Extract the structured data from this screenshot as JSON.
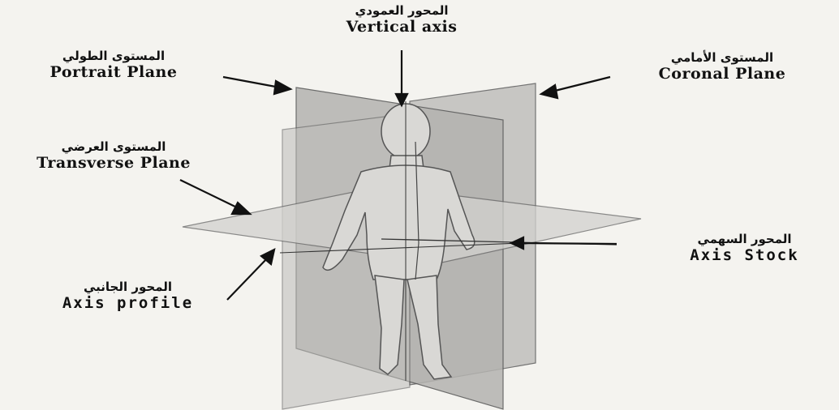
{
  "labels": {
    "vertical_axis": {
      "ar": "المحور العمودي",
      "en": "Vertical axis"
    },
    "portrait_plane": {
      "ar": "المستوى الطولي",
      "en": "Portrait Plane"
    },
    "coronal_plane": {
      "ar": "المستوى الأمامي",
      "en": "Coronal Plane"
    },
    "transverse_plane": {
      "ar": "المستوى العرضي",
      "en": "Transverse Plane"
    },
    "axis_stock": {
      "ar": "المحور السهمي",
      "en": "Axis Stock"
    },
    "axis_profile": {
      "ar": "المحور الجانبي",
      "en": "Axis profile"
    }
  },
  "colors": {
    "background": "#f4f3ef",
    "plane_fill": "#b9b8b6",
    "body_fill": "#d6d5d2",
    "outline": "#4a4a4a"
  }
}
